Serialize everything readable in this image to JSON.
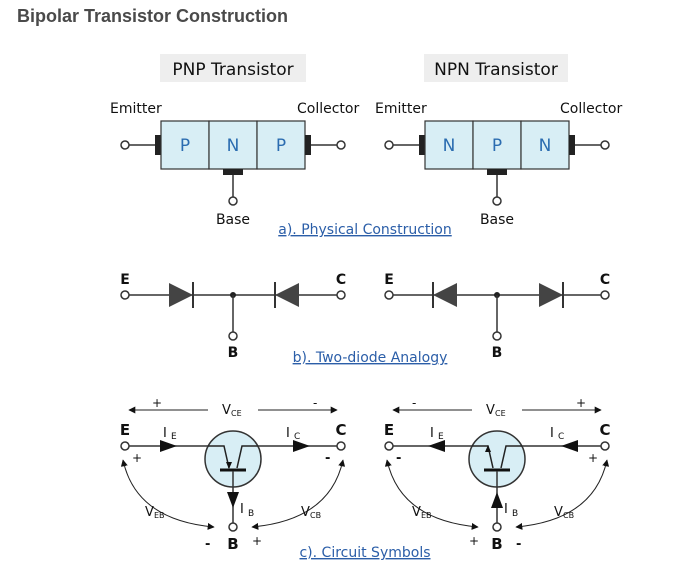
{
  "title": "Bipolar Transistor Construction",
  "physical": {
    "pnp_heading": "PNP Transistor",
    "npn_heading": "NPN Transistor",
    "emitter": "Emitter",
    "collector": "Collector",
    "base": "Base",
    "pnp_layers": [
      "P",
      "N",
      "P"
    ],
    "npn_layers": [
      "N",
      "P",
      "N"
    ],
    "caption": "a).  Physical Construction"
  },
  "analogy": {
    "e": "E",
    "c": "C",
    "b": "B",
    "caption": "b).  Two-diode Analogy"
  },
  "symbols": {
    "e": "E",
    "c": "C",
    "b": "B",
    "v_main": "V",
    "ce_sub": "CE",
    "i_main": "I",
    "ie_sub": "E",
    "ic_sub": "C",
    "ib_sub": "B",
    "eb_sub": "EB",
    "cb_sub": "CB",
    "v_eb": "V",
    "v_cb": "V",
    "plus": "+",
    "minus": "-",
    "caption": "c).  Circuit Symbols"
  },
  "colors": {
    "layer_fill": "#d8eef5",
    "layer_text": "#2b6cb0",
    "heading_bg": "#eeeeee",
    "caption": "#2b5ea8"
  }
}
